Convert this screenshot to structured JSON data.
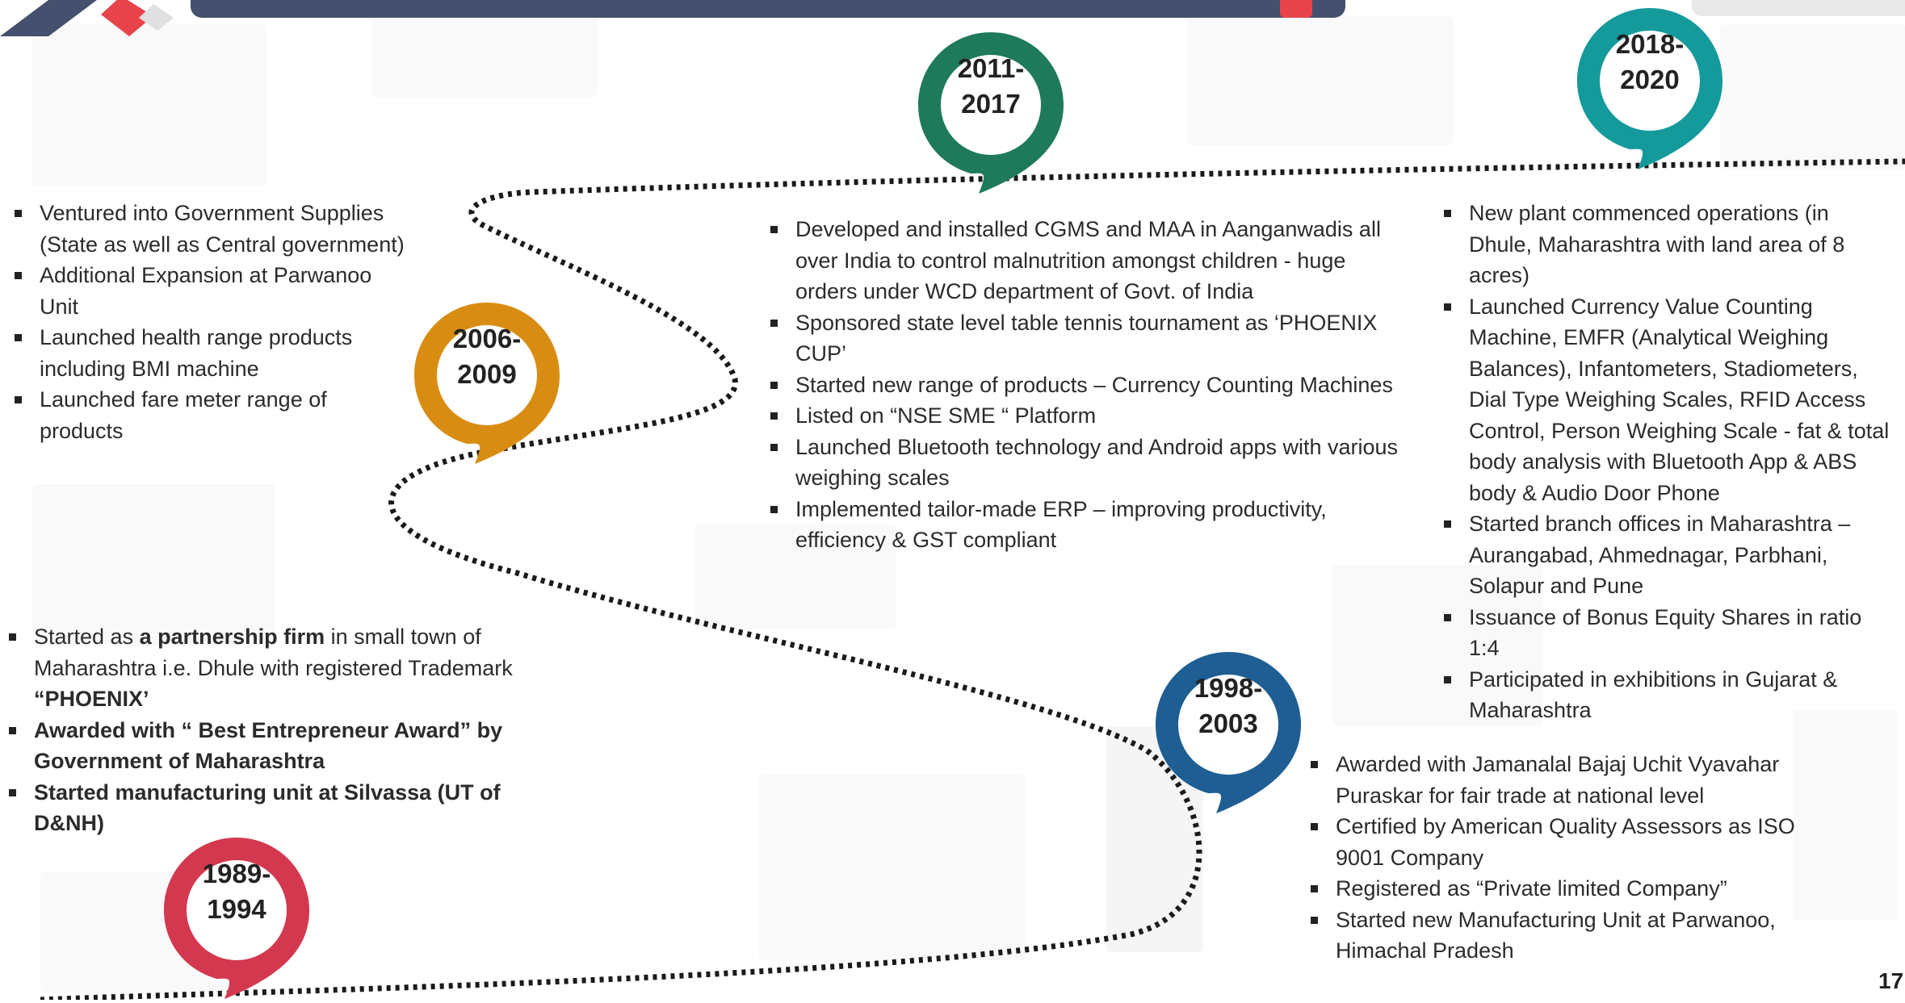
{
  "header": {
    "bar_color": "#44506e",
    "accent_color": "#e8434b"
  },
  "milestones": [
    {
      "id": "1989",
      "label": "1989-\n1994",
      "color": "#d4384f",
      "items": [
        {
          "segments": [
            {
              "text": "Started as ",
              "bold": false
            },
            {
              "text": "a partnership firm",
              "bold": true
            },
            {
              "text": " in small town of Maharashtra i.e. Dhule with registered Trademark ",
              "bold": false
            },
            {
              "text": "“PHOENIX’",
              "bold": true
            }
          ]
        },
        {
          "segments": [
            {
              "text": "Awarded with “ Best Entrepreneur Award” by Government of Maharashtra",
              "bold": true
            }
          ]
        },
        {
          "segments": [
            {
              "text": "Started manufacturing unit at Silvassa (UT of D&NH)",
              "bold": true
            }
          ]
        }
      ]
    },
    {
      "id": "1998",
      "label": "1998-\n2003",
      "color": "#1e5e93",
      "items": [
        {
          "segments": [
            {
              "text": "Awarded with Jamanalal Bajaj Uchit Vyavahar Puraskar for fair trade at national level",
              "bold": false
            }
          ]
        },
        {
          "segments": [
            {
              "text": "Certified by American Quality Assessors as ISO 9001 Company",
              "bold": false
            }
          ]
        },
        {
          "segments": [
            {
              "text": "Registered as “Private limited Company”",
              "bold": false
            }
          ]
        },
        {
          "segments": [
            {
              "text": "Started new Manufacturing Unit at Parwanoo, Himachal Pradesh",
              "bold": false
            }
          ]
        }
      ]
    },
    {
      "id": "2006",
      "label": "2006-\n2009",
      "color": "#d88d12",
      "items": [
        {
          "segments": [
            {
              "text": "Ventured into Government Supplies (State as well as Central government)",
              "bold": false
            }
          ]
        },
        {
          "segments": [
            {
              "text": "Additional Expansion at Parwanoo Unit",
              "bold": false
            }
          ]
        },
        {
          "segments": [
            {
              "text": "Launched health range products including BMI machine",
              "bold": false
            }
          ]
        },
        {
          "segments": [
            {
              "text": "Launched fare meter range of products",
              "bold": false
            }
          ]
        }
      ]
    },
    {
      "id": "2011",
      "label": "2011-\n2017",
      "color": "#1e7a5a",
      "items": [
        {
          "segments": [
            {
              "text": "Developed and installed CGMS and MAA in Aanganwadis all over India to control malnutrition amongst children - huge orders under WCD department of Govt. of India",
              "bold": false
            }
          ]
        },
        {
          "segments": [
            {
              "text": "Sponsored state level table tennis tournament as ‘PHOENIX CUP’",
              "bold": false
            }
          ]
        },
        {
          "segments": [
            {
              "text": "Started new range of products – Currency Counting Machines",
              "bold": false
            }
          ]
        },
        {
          "segments": [
            {
              "text": "Listed on “NSE SME “ Platform",
              "bold": false
            }
          ]
        },
        {
          "segments": [
            {
              "text": "Launched Bluetooth technology and Android apps with various weighing scales",
              "bold": false
            }
          ]
        },
        {
          "segments": [
            {
              "text": "Implemented tailor-made ERP – improving productivity, efficiency & GST compliant",
              "bold": false
            }
          ]
        }
      ]
    },
    {
      "id": "2018",
      "label": "2018-\n2020",
      "color": "#159a9c",
      "items": [
        {
          "segments": [
            {
              "text": "New plant commenced operations (in Dhule, Maharashtra with land area of 8 acres)",
              "bold": false
            }
          ]
        },
        {
          "segments": [
            {
              "text": "Launched Currency Value Counting Machine, EMFR (Analytical Weighing Balances), Infantometers, Stadiometers, Dial Type Weighing Scales, RFID Access Control, Person Weighing Scale - fat & total body analysis with Bluetooth App & ABS body & Audio Door Phone",
              "bold": false
            }
          ]
        },
        {
          "segments": [
            {
              "text": "Started branch offices in Maharashtra – Aurangabad, Ahmednagar, Parbhani, Solapur and Pune",
              "bold": false
            }
          ]
        },
        {
          "segments": [
            {
              "text": "Issuance of Bonus Equity Shares in ratio 1:4",
              "bold": false
            }
          ]
        },
        {
          "segments": [
            {
              "text": "Participated in exhibitions in Gujarat & Maharashtra",
              "bold": false
            }
          ]
        }
      ]
    }
  ],
  "page_number": "17"
}
